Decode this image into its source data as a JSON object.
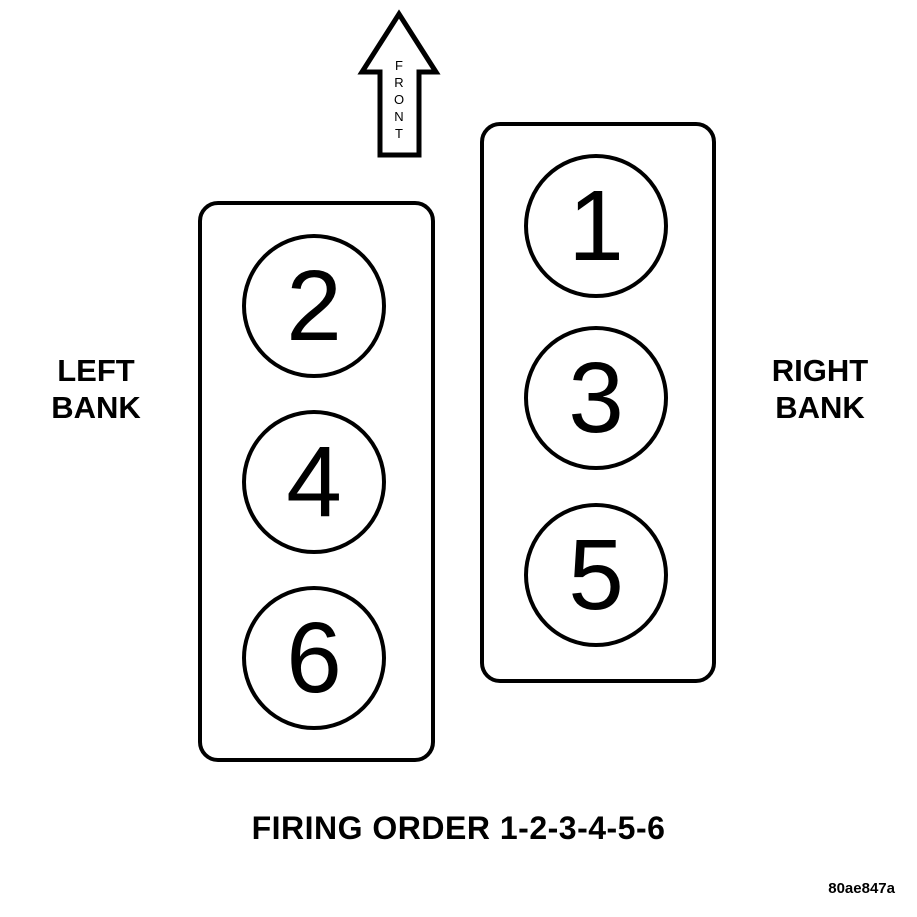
{
  "arrow": {
    "label_letters": [
      "F",
      "R",
      "O",
      "N",
      "T"
    ]
  },
  "left_bank": {
    "label_line1": "LEFT",
    "label_line2": "BANK",
    "cylinders": [
      "2",
      "4",
      "6"
    ]
  },
  "right_bank": {
    "label_line1": "RIGHT",
    "label_line2": "BANK",
    "cylinders": [
      "1",
      "3",
      "5"
    ]
  },
  "firing_order": "FIRING ORDER 1-2-3-4-5-6",
  "figure_code": "80ae847a",
  "colors": {
    "stroke": "#000000",
    "background": "#ffffff"
  }
}
